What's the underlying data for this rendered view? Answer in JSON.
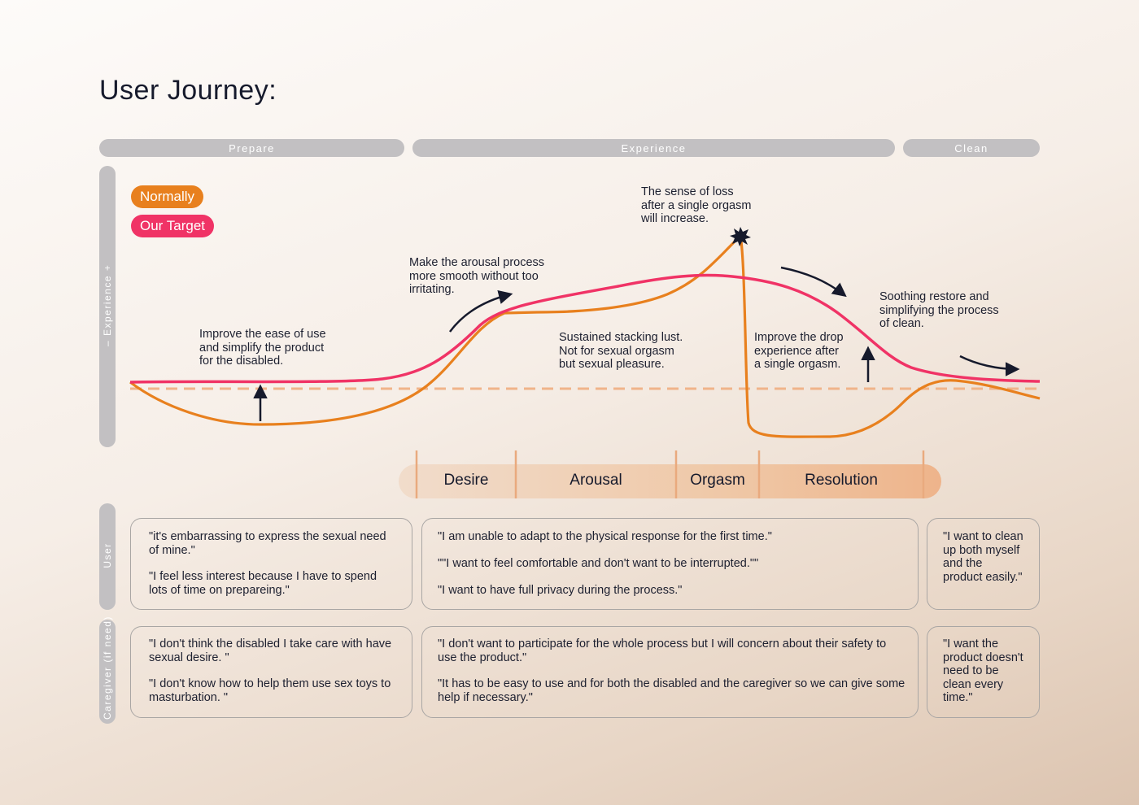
{
  "title": "User Journey:",
  "phases": [
    "Prepare",
    "Experience",
    "Clean"
  ],
  "axis_label": "–  Experience  +",
  "legend": {
    "normally": {
      "label": "Normally",
      "color": "#e8801e"
    },
    "target": {
      "label": "Our Target",
      "color": "#f03366"
    }
  },
  "annotations": {
    "ease": "Improve the ease of use\nand simplify the product\nfor the disabled.",
    "arousal": "Make the arousal process\nmore smooth without too\nirritating.",
    "loss": "The sense of loss\nafter a single orgasm\nwill increase.",
    "stacking": "Sustained stacking lust.\nNot for sexual orgasm\nbut sexual pleasure.",
    "drop": "Improve the drop\nexperience after\na single orgasm.",
    "soothing": "Soothing restore and\nsimplifying the process\nof clean."
  },
  "stages": [
    "Desire",
    "Arousal",
    "Orgasm",
    "Resolution"
  ],
  "rows": {
    "user_label": "User",
    "caregiver_label": "Caregiver (if need)"
  },
  "quotes": {
    "user_prepare": [
      "\"it's embarrassing to express the sexual need of mine.\"",
      "\"I feel less interest because I have to spend lots of time on prepareing.\""
    ],
    "user_experience": [
      "\"I am unable to adapt to the physical response for the first time.\"",
      "\"\"I want to feel comfortable and don't want to be interrupted.\"\"",
      "\"I want to have full privacy during the process.\""
    ],
    "user_clean": [
      "\"I want to clean up both myself and the  product easily.\""
    ],
    "care_prepare": [
      "\"I don't think the disabled I take care with have sexual desire. \"",
      "\"I don't know how to help them use sex toys to masturbation. \""
    ],
    "care_experience": [
      "\"I don't want to  participate for the whole process but I will concern about their safety to use the product.\"",
      "\"It has to be easy to use and for both the disabled and the caregiver so we can give some help if necessary.\""
    ],
    "care_clean": [
      "\"I want the product doesn't need to be clean every time.\""
    ]
  }
}
